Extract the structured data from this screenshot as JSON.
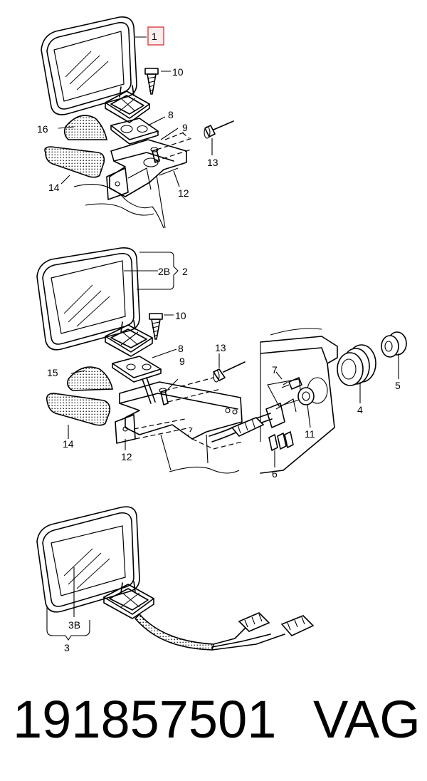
{
  "highlight_color": "#e03c3c",
  "diagram": {
    "top": {
      "callouts": [
        "1",
        "10",
        "8",
        "9",
        "16",
        "13",
        "14",
        "12"
      ]
    },
    "middle": {
      "callouts": [
        "2",
        "2B",
        "10",
        "8",
        "13",
        "7",
        "5",
        "9",
        "15",
        "4",
        "11",
        "14",
        "12",
        "6"
      ]
    },
    "bottom": {
      "callouts": [
        "3B",
        "3"
      ]
    }
  },
  "caption": {
    "part_number": "191857501",
    "brand": "VAG"
  }
}
